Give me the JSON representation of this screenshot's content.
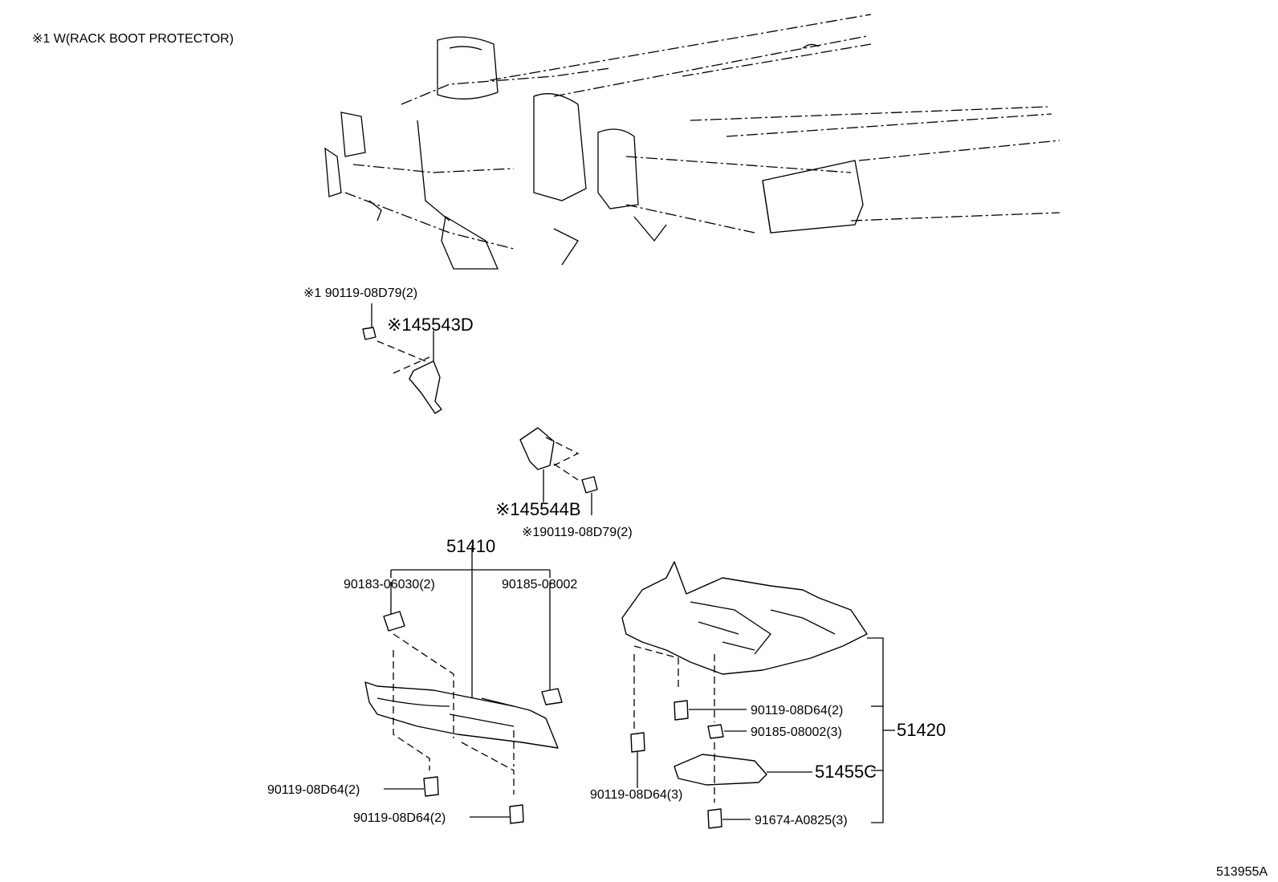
{
  "diagram": {
    "note": "※1 W(RACK BOOT PROTECTOR)",
    "figure_id": "513955A",
    "labels": {
      "bolt_upper_1": "※1 90119-08D79(2)",
      "bracket_45543D": "※145543D",
      "bracket_45544B": "※145544B",
      "bolt_upper_2": "※190119-08D79(2)",
      "assy_51410": "51410",
      "clip_90183": "90183-06030(2)",
      "nut_90185_left": "90185-08002",
      "bolt_left_a": "90119-08D64(2)",
      "bolt_left_b": "90119-08D64(2)",
      "assy_51420": "51420",
      "bolt_right_a": "90119-08D64(2)",
      "nut_90185_right": "90185-08002(3)",
      "cover_51455C": "51455C",
      "bolt_right_b": "90119-08D64(3)",
      "screw_91674": "91674-A0825(3)"
    }
  }
}
